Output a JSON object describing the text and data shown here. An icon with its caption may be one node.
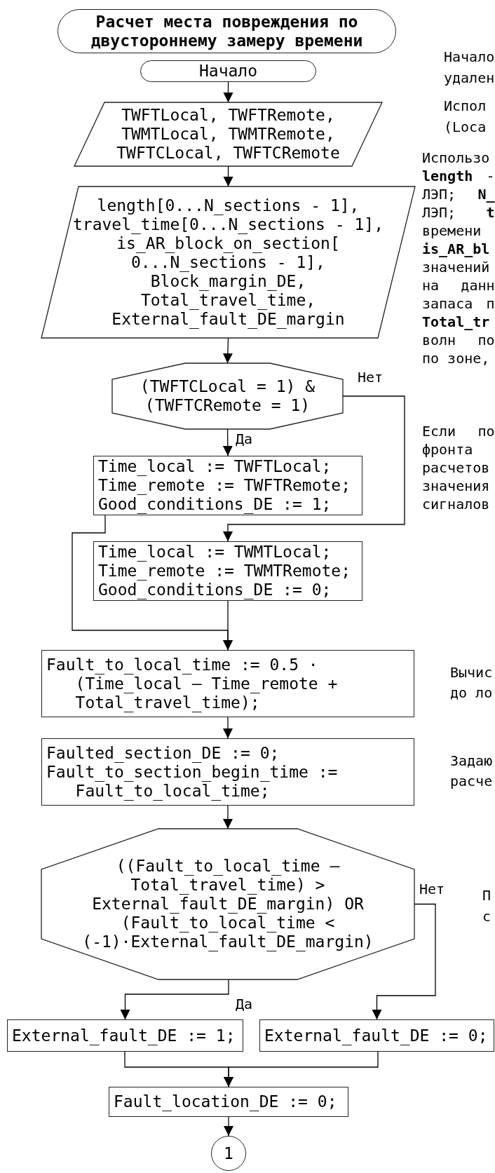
{
  "diagram": {
    "nodes": [
      {
        "text": [
          "Расчет места повреждения по двустороннему замеру времени"
        ]
      },
      {
        "text": [
          "Начало"
        ]
      },
      {
        "text": [
          "TWFTLocal, TWFTRemote, TWMTLocal, TWMTRemote, TWFTCLocal, TWFTCRemote"
        ]
      },
      {
        "text": [
          "length[0...N_sections - 1], travel_time[0...N_sections - 1], is_AR_block_on_section[ 0...N_sections - 1], Block_margin_DE, Total_travel_time, External_fault_DE_margin"
        ]
      },
      {
        "text": [
          "(TWFTCLocal = 1) & (TWFTCRemote = 1)"
        ]
      },
      {
        "text": [
          "Time_local := TWFTLocal;",
          "Time_remote := TWFTRemote;",
          "Good_conditions_DE := 1;"
        ]
      },
      {
        "text": [
          "Time_local := TWMTLocal;",
          "Time_remote := TWMTRemote;",
          "Good_conditions_DE := 0;"
        ]
      },
      {
        "text": [
          "Fault_to_local_time := 0.5 · (Time_local – Time_remote + Total_travel_time);"
        ]
      },
      {
        "text": [
          "Faulted_section_DE := 0;",
          "Fault_to_section_begin_time := Fault_to_local_time;"
        ]
      },
      {
        "text": [
          "((Fault_to_local_time – Total_travel_time) > External_fault_DE_margin) OR (Fault_to_local_time < (-1)·External_fault_DE_margin)"
        ]
      },
      {
        "text": [
          "External_fault_DE := 1;"
        ]
      },
      {
        "text": [
          "External_fault_DE := 0;"
        ]
      },
      {
        "text": [
          "Fault_location_DE := 0;"
        ]
      },
      {
        "text": [
          "1"
        ]
      }
    ],
    "edges": [
      {
        "from": 1,
        "to": 2,
        "arrow": "to"
      },
      {
        "from": 2,
        "to": 3,
        "arrow": "to"
      },
      {
        "from": 3,
        "to": 4,
        "arrow": "to"
      },
      {
        "from": 4,
        "to": 5,
        "arrow": "to",
        "label": "Да"
      },
      {
        "from": 4,
        "to": 6,
        "arrow": "to",
        "label": "Нет"
      },
      {
        "from": 5,
        "to": 7,
        "arrow": "to"
      },
      {
        "from": 6,
        "to": 7,
        "arrow": "to"
      },
      {
        "from": 7,
        "to": 8,
        "arrow": "to"
      },
      {
        "from": 8,
        "to": 9,
        "arrow": "to"
      },
      {
        "from": 9,
        "to": 10,
        "arrow": "to",
        "label": "Да"
      },
      {
        "from": 9,
        "to": 11,
        "arrow": "to",
        "label": "Нет"
      },
      {
        "from": 10,
        "to": 12,
        "arrow": "to"
      },
      {
        "from": 11,
        "to": 12,
        "arrow": "to"
      },
      {
        "from": 12,
        "to": 13,
        "arrow": "to"
      }
    ],
    "labels": [
      "Начало удален",
      "Испол (Loca",
      "Использо **length** - ЛЭП; **N_** ЛЭП; **t** времени **is_AR_bl** значений на данн запаса п **Total_tr** волн по по зоне,",
      "Если по фронта расчетов значения сигналов",
      "Вычис до ло",
      "Задаю расче",
      "П с"
    ]
  }
}
